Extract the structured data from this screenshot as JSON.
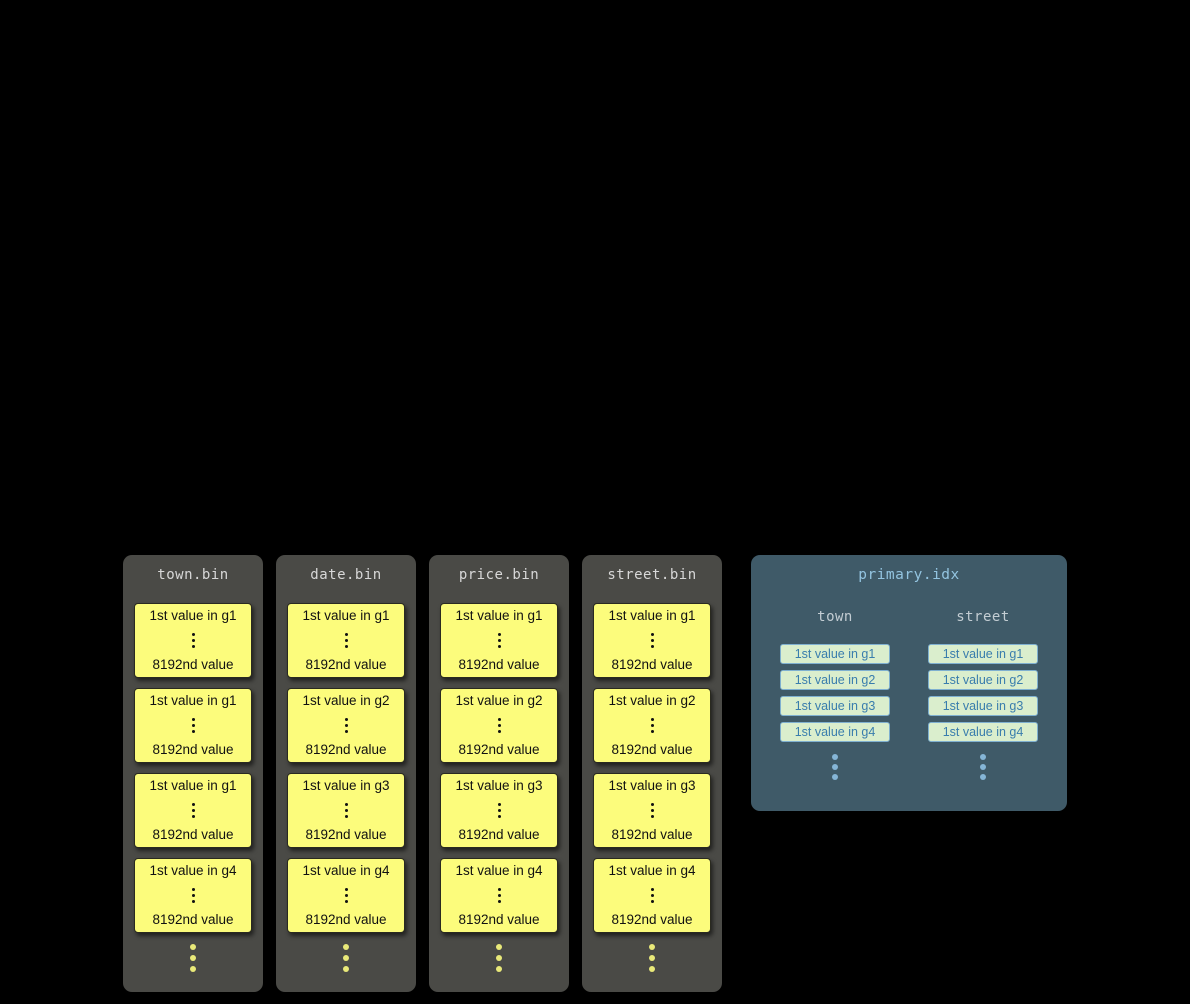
{
  "bins": [
    {
      "title": "town.bin",
      "blocks": [
        {
          "first": "1st value in g1",
          "last": "8192nd value"
        },
        {
          "first": "1st value in g1",
          "last": "8192nd value"
        },
        {
          "first": "1st value in g1",
          "last": "8192nd value"
        },
        {
          "first": "1st value in g4",
          "last": "8192nd value"
        }
      ]
    },
    {
      "title": "date.bin",
      "blocks": [
        {
          "first": "1st value in g1",
          "last": "8192nd value"
        },
        {
          "first": "1st value in g2",
          "last": "8192nd value"
        },
        {
          "first": "1st value in g3",
          "last": "8192nd value"
        },
        {
          "first": "1st value in g4",
          "last": "8192nd value"
        }
      ]
    },
    {
      "title": "price.bin",
      "blocks": [
        {
          "first": "1st value in g1",
          "last": "8192nd value"
        },
        {
          "first": "1st value in g2",
          "last": "8192nd value"
        },
        {
          "first": "1st value in g3",
          "last": "8192nd value"
        },
        {
          "first": "1st value in g4",
          "last": "8192nd value"
        }
      ]
    },
    {
      "title": "street.bin",
      "blocks": [
        {
          "first": "1st value in g1",
          "last": "8192nd value"
        },
        {
          "first": "1st value in g2",
          "last": "8192nd value"
        },
        {
          "first": "1st value in g3",
          "last": "8192nd value"
        },
        {
          "first": "1st value in g4",
          "last": "8192nd value"
        }
      ]
    }
  ],
  "index": {
    "title": "primary.idx",
    "columns": [
      {
        "header": "town",
        "entries": [
          "1st value in g1",
          "1st value in g2",
          "1st value in g3",
          "1st value in g4"
        ]
      },
      {
        "header": "street",
        "entries": [
          "1st value in g1",
          "1st value in g2",
          "1st value in g3",
          "1st value in g4"
        ]
      }
    ]
  },
  "colors": {
    "background": "#000000",
    "bin_column_fill": "#4a4a46",
    "bin_title_text": "#d8d8d8",
    "granule_fill": "#fcfc7c",
    "granule_text": "#111111",
    "granule_more_dots": "#e9e979",
    "index_panel_fill": "#3f5a68",
    "index_title_text": "#93c4e0",
    "index_header_text": "#c3cdd3",
    "index_pill_fill": "#daeecd",
    "index_pill_text": "#397dad",
    "index_more_dots": "#85b5d6"
  }
}
